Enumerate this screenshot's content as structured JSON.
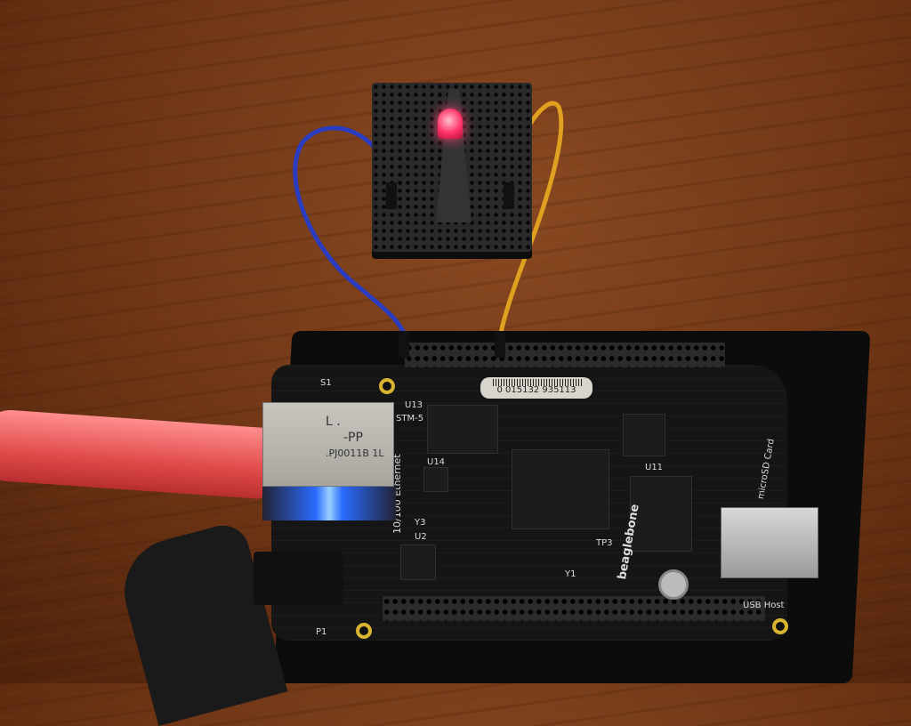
{
  "scene": {
    "subject": "beaglebone-black-led-breadboard"
  },
  "labels": {
    "barcode": "0 015132 935113",
    "ethernet": "10/100 Ethernet",
    "brand": "beaglebone",
    "microsd": "microSD Card",
    "usb": "USB Host",
    "rj45_line1": "L  .",
    "rj45_line2": "-PP",
    "rj45_line3": ".PJ0011B  1L",
    "u13": "U13",
    "u14": "U14",
    "u2": "U2",
    "y3": "Y3",
    "u11": "U11",
    "s1": "S1",
    "p1": "P1",
    "y1": "Y1",
    "tp3": "TP3",
    "stm": "STM-5"
  },
  "colors": {
    "led": "#ff3366",
    "wire_blue": "#2a3cc0",
    "wire_yellow": "#e0a020",
    "ethernet_cable": "#e04a4a",
    "status_led": "#2a6bff"
  }
}
